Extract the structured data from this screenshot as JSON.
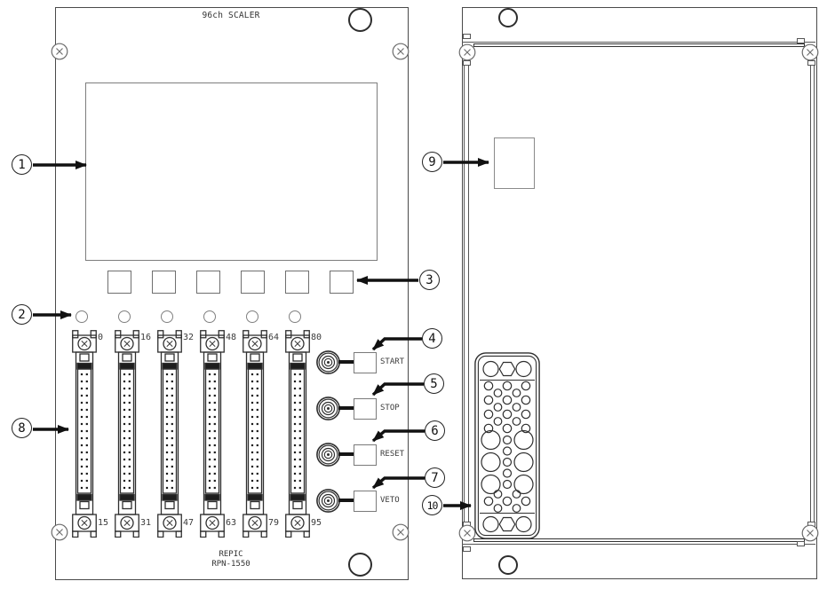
{
  "front_panel": {
    "title": "96ch SCALER",
    "brand_line1": "REPIC",
    "brand_line2": "RPN-1550",
    "connector_labels": {
      "top": [
        "0",
        "16",
        "32",
        "48",
        "64",
        "80"
      ],
      "bottom": [
        "15",
        "31",
        "47",
        "63",
        "79",
        "95"
      ]
    },
    "control_buttons": [
      "START",
      "STOP",
      "RESET",
      "VETO"
    ]
  },
  "callouts": [
    "1",
    "2",
    "3",
    "4",
    "5",
    "6",
    "7",
    "8",
    "9",
    "10"
  ],
  "colors": {
    "line": "#4a4a4a",
    "light_line": "#7d7d7d",
    "ink": "#111111",
    "background": "#ffffff"
  }
}
